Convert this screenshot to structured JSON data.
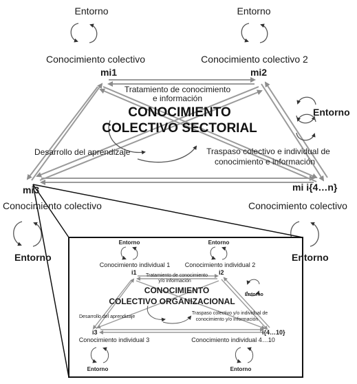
{
  "outer": {
    "top_left": {
      "entorno": "Entorno",
      "conocimiento": "Conocimiento colectivo",
      "node": "mi1"
    },
    "top_right": {
      "entorno": "Entorno",
      "conocimiento": "Conocimiento colectivo 2",
      "node": "mi2"
    },
    "right_entorno": "Entorno",
    "center_title_line1": "CONOCIMIENTO",
    "center_title_line2": "COLECTIVO SECTORIAL",
    "tratamiento_line1": "Tratamiento de conocimiento",
    "tratamiento_line2": "e información",
    "desarrollo": "Desarrollo del aprendizaje",
    "traspaso_line1": "Traspaso colectivo e individual de",
    "traspaso_line2": "conocimiento e información",
    "bottom_left": {
      "node": "mi3",
      "conocimiento": "Conocimiento colectivo",
      "entorno": "Entorno"
    },
    "bottom_right": {
      "node": "mi i{4…n}",
      "conocimiento": "Conocimiento colectivo",
      "entorno": "Entorno"
    }
  },
  "inner": {
    "top_left": {
      "entorno": "Entorno",
      "conocimiento": "Conocimiento individual 1",
      "node": "i1"
    },
    "top_right": {
      "entorno": "Entorno",
      "conocimiento": "Conocimiento individual 2",
      "node": "i2"
    },
    "right_entorno": "Entorno",
    "center_title_line1": "CONOCIMIENTO",
    "center_title_line2": "COLECTIVO ORGANIZACIONAL",
    "tratamiento_line1": "Tratamiento de conocimiento",
    "tratamiento_line2": "y/o información",
    "desarrollo": "Desarrollo del aprendizaje",
    "traspaso_line1": "Traspaso colectivo y/o individual de",
    "traspaso_line2": "conocimiento y/o información",
    "bottom_left": {
      "node": "i3",
      "conocimiento": "Conocimiento individual 3",
      "entorno": "Entorno"
    },
    "bottom_right": {
      "node": "i{4…10}",
      "conocimiento": "Conocimiento individual 4…10",
      "entorno": "Entorno"
    }
  }
}
